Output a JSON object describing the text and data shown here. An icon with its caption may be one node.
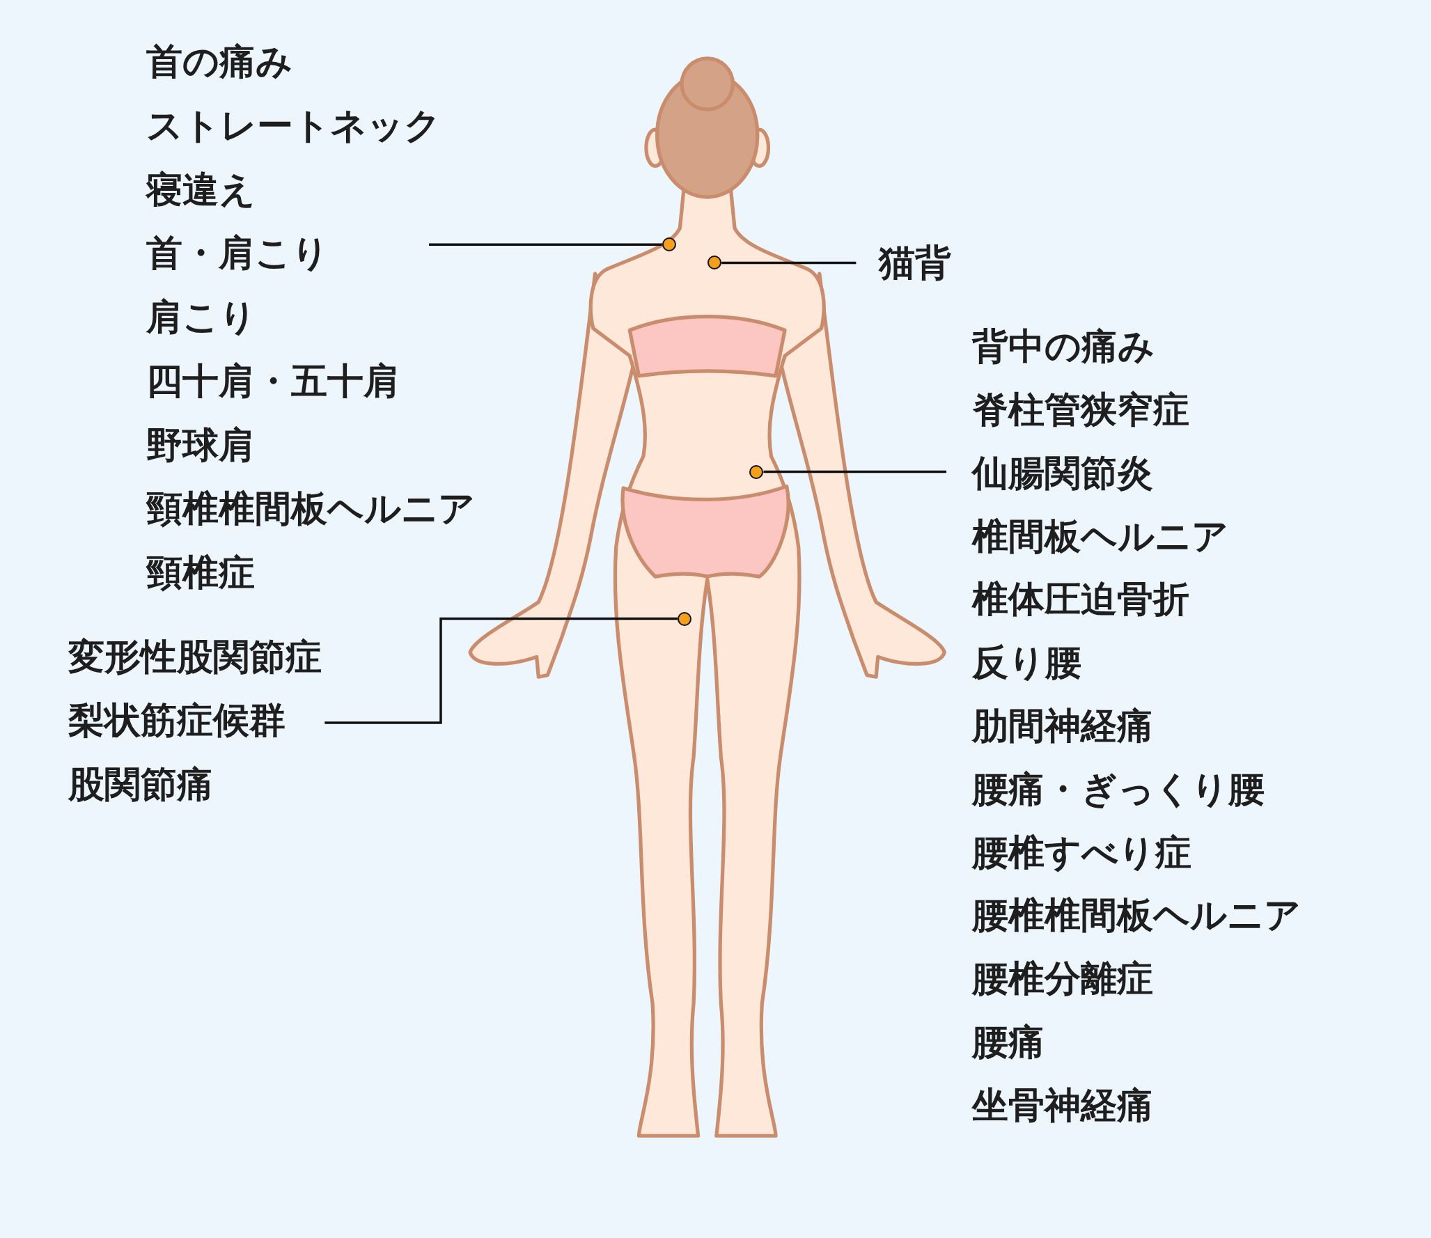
{
  "diagram": {
    "nodes": [
      {
        "text": [
          "首の痛み",
          "ストレートネック",
          "寝違え",
          "首・肩こり",
          "肩こり",
          "四十肩・五十肩",
          "野球肩",
          "頸椎椎間板ヘルニア",
          "頸椎症"
        ]
      },
      {
        "text": [],
        "shape": "circle"
      },
      {
        "text": [
          "猫背"
        ]
      },
      {
        "text": [],
        "shape": "circle"
      },
      {
        "text": [
          "背中の痛み",
          "脊柱管狭窄症",
          "仙腸関節炎",
          "椎間板ヘルニア",
          "椎体圧迫骨折",
          "反り腰",
          "肋間神経痛",
          "腰痛・ぎっくり腰",
          "腰椎すべり症",
          "腰椎椎間板ヘルニア",
          "腰椎分離症",
          "腰痛",
          "坐骨神経痛"
        ]
      },
      {
        "text": [],
        "shape": "circle"
      },
      {
        "text": [
          "変形性股関節症",
          "梨状筋症候群",
          "股関節痛"
        ]
      },
      {
        "text": [],
        "shape": "circle"
      }
    ],
    "edges": [
      {
        "from": 0,
        "to": 1,
        "arrow": "none"
      },
      {
        "from": 2,
        "to": 3,
        "arrow": "none"
      },
      {
        "from": 4,
        "to": 5,
        "arrow": "none"
      },
      {
        "from": 6,
        "to": 7,
        "arrow": "none"
      }
    ]
  }
}
